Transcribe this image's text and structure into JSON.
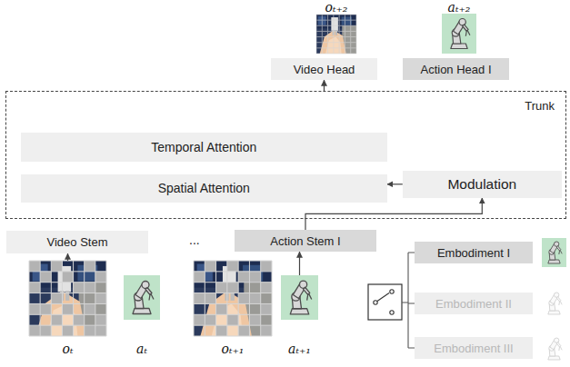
{
  "diagram": {
    "nodes": [
      {
        "text": [
          "oₜ₊₂"
        ]
      },
      {
        "text": [
          "aₜ₊₂"
        ]
      },
      {
        "text": [
          "Video Head"
        ]
      },
      {
        "text": [
          "Action Head I"
        ]
      },
      {
        "text": [
          "Trunk"
        ]
      },
      {
        "text": [
          "Temporal Attention"
        ],
        "in": 4
      },
      {
        "text": [
          "Spatial Attention"
        ],
        "in": 4
      },
      {
        "text": [
          "Modulation"
        ],
        "in": 4
      },
      {
        "text": [
          "Video Stem"
        ]
      },
      {
        "text": [
          "Action Stem I"
        ]
      },
      {
        "text": [
          "Embodiment I"
        ]
      },
      {
        "text": [
          "oₜ"
        ]
      },
      {
        "text": [
          "aₜ"
        ]
      },
      {
        "text": [
          "oₜ₊₁"
        ]
      },
      {
        "text": [
          "aₜ₊₁"
        ]
      },
      {
        "text": [
          "Embodiment II"
        ]
      },
      {
        "text": [
          "Embodiment III"
        ]
      }
    ],
    "edges": [
      {
        "from": 4,
        "to": 2,
        "arrow": "to"
      },
      {
        "from": 7,
        "to": 6,
        "arrow": "to"
      },
      {
        "from": 9,
        "to": 7,
        "arrow": "to"
      },
      {
        "from": 11,
        "to": 8,
        "arrow": "to"
      },
      {
        "from": 14,
        "to": 9,
        "arrow": "to"
      }
    ],
    "labels": [
      "..."
    ]
  }
}
